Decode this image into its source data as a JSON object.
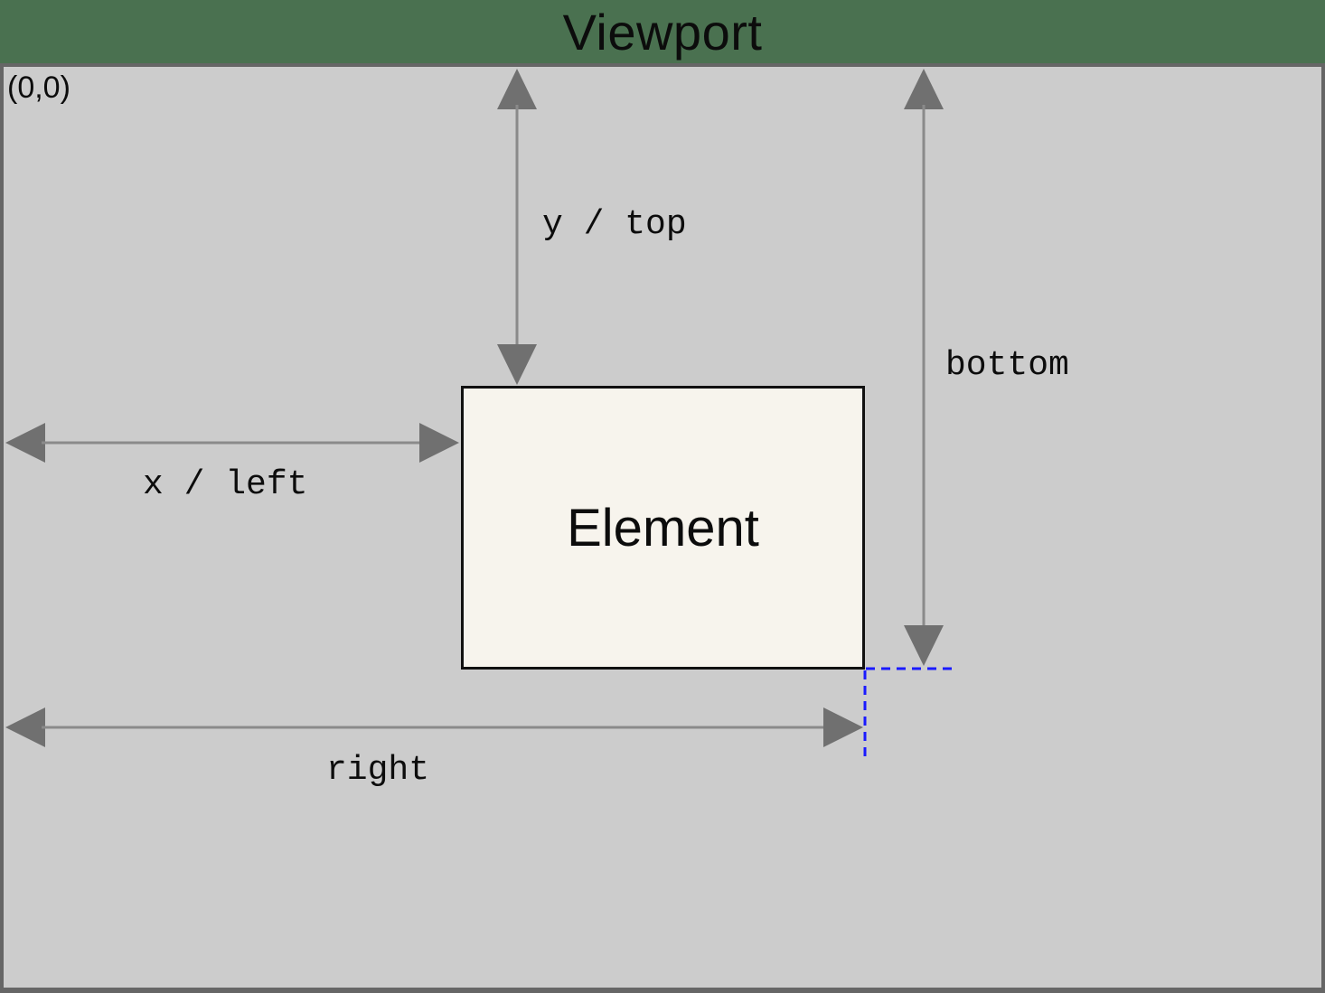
{
  "title": "Viewport",
  "origin_label": "(0,0)",
  "element_label": "Element",
  "dimension_labels": {
    "y_top": "y / top",
    "x_left": "x / left",
    "bottom": "bottom",
    "right": "right"
  },
  "colors": {
    "background_green": "#4a7150",
    "viewport_gray": "#cccccc",
    "border_gray": "#666666",
    "arrow_line": "#8a8a8a",
    "arrow_head": "#707070",
    "element_fill": "#f7f4ed",
    "element_border": "#111111",
    "guide_blue": "#1a1aff",
    "text_black": "#0c0c0c"
  }
}
